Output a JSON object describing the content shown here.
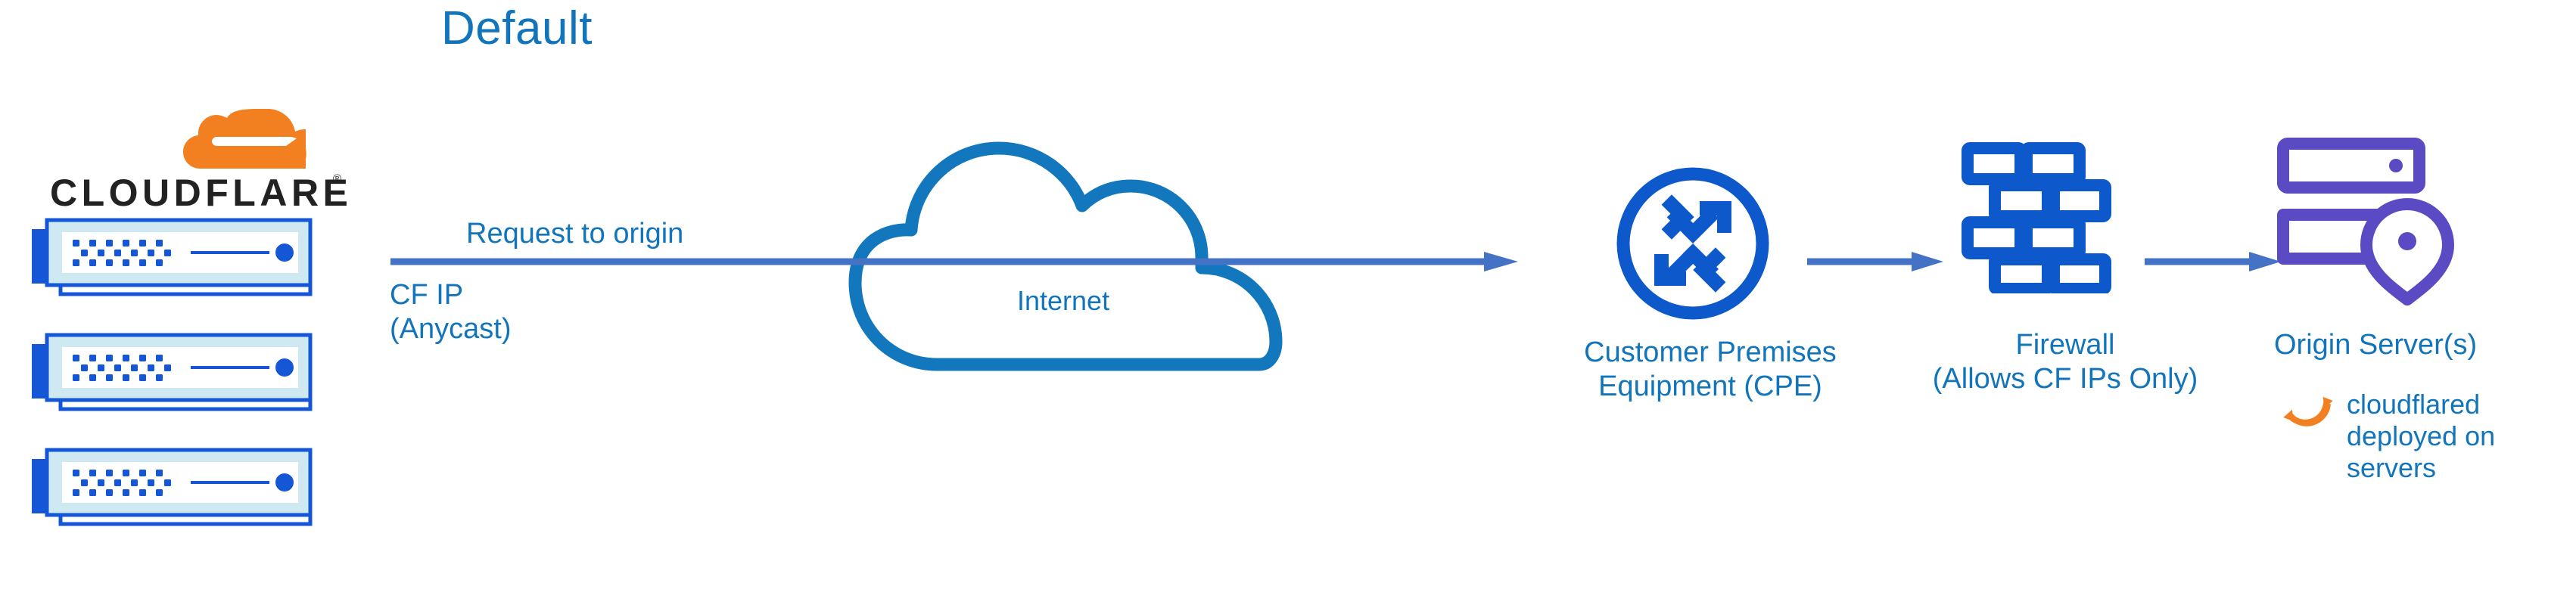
{
  "title": "Default",
  "colors": {
    "title_blue": "#1275bc",
    "label_blue": "#1275bc",
    "arrow_blue": "#4472c4",
    "icon_blue": "#0d59cc",
    "cloud_blue": "#1277bc",
    "server_purple": "#5a4ac4",
    "cloudflare_orange": "#f38020",
    "cloudflare_orange_light": "#faae40",
    "wordmark_black": "#222222",
    "server_frame_light": "#cfe9f2"
  },
  "brand": {
    "logo_wordmark": "CLOUDFLARE",
    "logo_registered": "®",
    "logo_mark_name": "cloudflare-cloud-mark"
  },
  "servers": {
    "count": 3,
    "unit_name": "cloudflare-edge-server"
  },
  "flow": {
    "request_label": "Request to origin",
    "cf_ip_line1": "CF IP",
    "cf_ip_line2": "(Anycast)"
  },
  "nodes": {
    "internet": {
      "label": "Internet",
      "icon": "cloud-icon"
    },
    "cpe": {
      "label_line1": "Customer Premises",
      "label_line2": "Equipment (CPE)",
      "icon": "router-icon"
    },
    "firewall": {
      "label_line1": "Firewall",
      "label_line2": "(Allows CF IPs Only)",
      "icon": "brick-wall-icon"
    },
    "origin": {
      "label": "Origin Server(s)",
      "icon": "server-location-icon"
    },
    "cloudflared": {
      "label": "cloudflared deployed on servers",
      "icon": "sync-arrows-icon"
    }
  },
  "arrows": [
    {
      "name": "arrow-edge-to-cpe",
      "from": "cloudflare-servers",
      "to": "cpe"
    },
    {
      "name": "arrow-cpe-to-firewall",
      "from": "cpe",
      "to": "firewall"
    },
    {
      "name": "arrow-firewall-to-origin",
      "from": "firewall",
      "to": "origin"
    }
  ]
}
